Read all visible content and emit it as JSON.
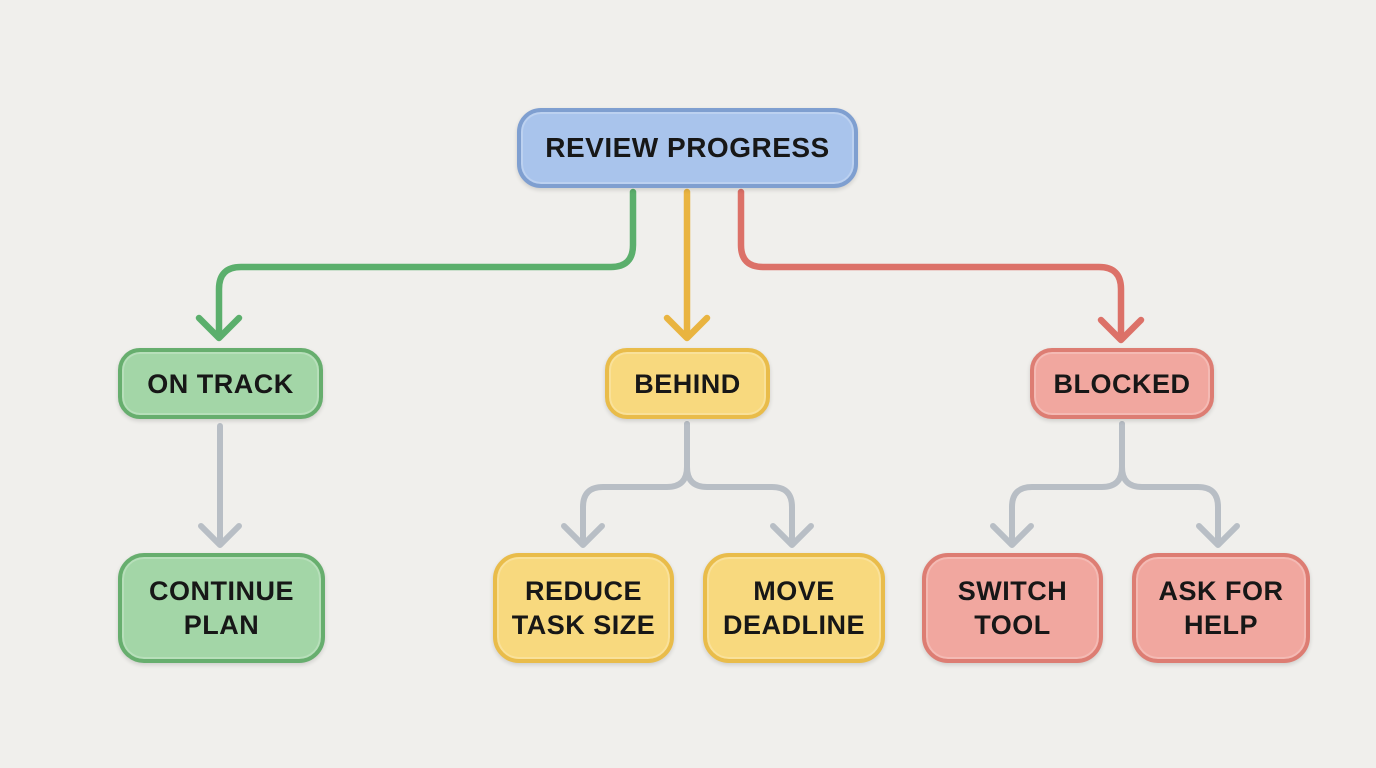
{
  "title": "Review progress flowchart",
  "background": "#f0efec",
  "colors": {
    "background": "#f0efec",
    "text": "#171717",
    "blue_fill": "#a9c4ec",
    "blue_border": "#7f9fd0",
    "green_fill": "#a3d6a7",
    "green_border": "#67ae6e",
    "yellow_fill": "#f8d97e",
    "yellow_border": "#e9bc4a",
    "red_fill": "#f1a79f",
    "red_border": "#dd7d73",
    "green_arrow": "#5baf6c",
    "yellow_arrow": "#e9b440",
    "red_arrow": "#dc7168",
    "gray_arrow": "#b8bec5"
  },
  "nodes": {
    "root": {
      "label": "REVIEW PROGRESS",
      "color": "blue"
    },
    "on_track": {
      "label": "ON TRACK",
      "color": "green"
    },
    "behind": {
      "label": "BEHIND",
      "color": "yellow"
    },
    "blocked": {
      "label": "BLOCKED",
      "color": "red"
    },
    "continue_plan": {
      "label": "CONTINUE PLAN",
      "color": "green"
    },
    "reduce_task_size": {
      "label": "REDUCE TASK SIZE",
      "color": "yellow"
    },
    "move_deadline": {
      "label": "MOVE DEADLINE",
      "color": "yellow"
    },
    "switch_tool": {
      "label": "SWITCH TOOL",
      "color": "red"
    },
    "ask_for_help": {
      "label": "ASK FOR HELP",
      "color": "red"
    }
  },
  "edges": [
    {
      "from": "REVIEW PROGRESS",
      "to": "ON TRACK",
      "color": "green"
    },
    {
      "from": "REVIEW PROGRESS",
      "to": "BEHIND",
      "color": "yellow"
    },
    {
      "from": "REVIEW PROGRESS",
      "to": "BLOCKED",
      "color": "red"
    },
    {
      "from": "ON TRACK",
      "to": "CONTINUE PLAN",
      "color": "gray"
    },
    {
      "from": "BEHIND",
      "to": "REDUCE TASK SIZE",
      "color": "gray"
    },
    {
      "from": "BEHIND",
      "to": "MOVE DEADLINE",
      "color": "gray"
    },
    {
      "from": "BLOCKED",
      "to": "SWITCH TOOL",
      "color": "gray"
    },
    {
      "from": "BLOCKED",
      "to": "ASK FOR HELP",
      "color": "gray"
    }
  ]
}
